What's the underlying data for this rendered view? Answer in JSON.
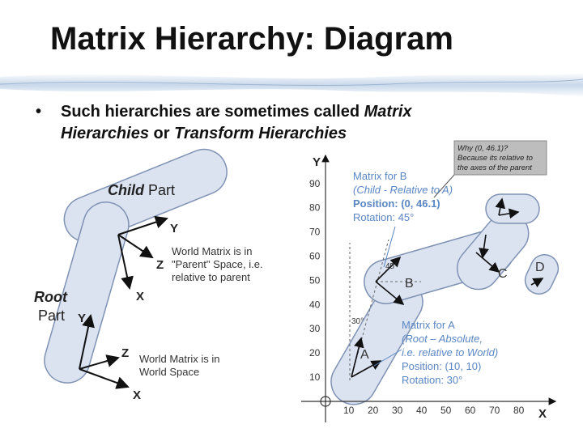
{
  "slide": {
    "title": "Matrix Hierarchy: Diagram",
    "bullet_dot": "•",
    "bullet_text_1": "Such hierarchies are sometimes called ",
    "bullet_em_1": "Matrix",
    "bullet_em_2": "Hierarchies",
    "bullet_text_2": " or ",
    "bullet_em_3": "Transform Hierarchies"
  },
  "left_figure": {
    "child_label_bold": "Child",
    "child_label_rest": " Part",
    "root_label_bold": "Root",
    "root_label_rest": "Part",
    "child_axis_y": "Y",
    "child_axis_z": "Z",
    "child_axis_x": "X",
    "root_axis_y": "Y",
    "root_axis_z": "Z",
    "root_axis_x": "X",
    "child_note_1": "World Matrix is in",
    "child_note_2": "\"Parent\" Space, i.e.",
    "child_note_3": "relative to parent",
    "root_note_1": "World Matrix is in",
    "root_note_2": "World Space"
  },
  "right_figure": {
    "axis_y": "Y",
    "axis_x": "X",
    "y_ticks": [
      "10",
      "20",
      "30",
      "40",
      "50",
      "60",
      "70",
      "80",
      "90"
    ],
    "x_ticks": [
      "10",
      "20",
      "30",
      "40",
      "50",
      "60",
      "70",
      "80"
    ],
    "callout_1": "Why (0, 46.1)?",
    "callout_2": "Because its relative to",
    "callout_3": "the axes of the parent",
    "matrix_b_1": "Matrix for B",
    "matrix_b_2": "(Child - Relative to A)",
    "matrix_b_3": "Position: (0, 46.1)",
    "matrix_b_4": "Rotation: 45°",
    "matrix_a_1": "Matrix for A",
    "matrix_a_2": "(Root – Absolute,",
    "matrix_a_3": "i.e. relative to World)",
    "matrix_a_4": "Position: (10, 10)",
    "matrix_a_5": "Rotation: 30°",
    "angle_b": "45°",
    "angle_a": "30°",
    "part_a": "A",
    "part_b": "B",
    "part_c": "C",
    "part_d": "D"
  },
  "colors": {
    "part_fill": "#dbe3f1",
    "part_stroke": "#7f92b4",
    "note_blue": "#5a86c4",
    "callout_fill": "#bdbdbd"
  }
}
